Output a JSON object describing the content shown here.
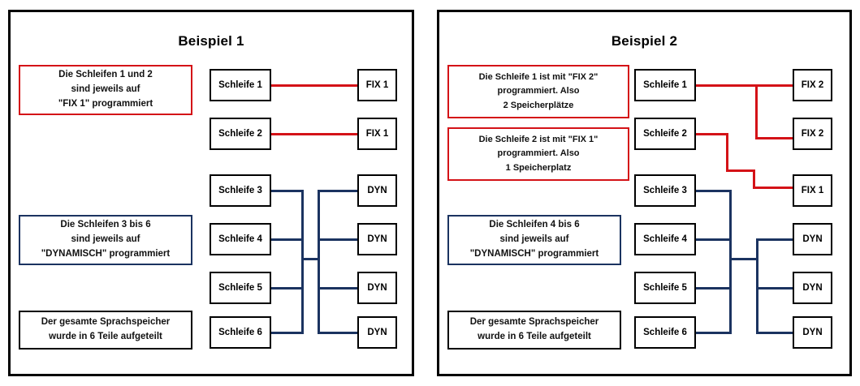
{
  "panels": [
    {
      "id": "beispiel-1",
      "title": "Beispiel 1",
      "notes": [
        {
          "style": "red",
          "lines": [
            "Die Schleifen 1 und 2",
            "sind jeweils auf",
            "\"FIX 1\" programmiert"
          ]
        },
        {
          "style": "navy",
          "lines": [
            "Die Schleifen 3 bis 6",
            "sind jeweils auf",
            "\"DYNAMISCH\" programmiert"
          ]
        },
        {
          "style": "black",
          "lines": [
            "Der gesamte Sprachspeicher",
            "wurde in 6 Teile aufgeteilt"
          ]
        }
      ],
      "left_nodes": [
        "Schleife 1",
        "Schleife 2",
        "Schleife 3",
        "Schleife 4",
        "Schleife 5",
        "Schleife 6"
      ],
      "right_nodes": [
        "FIX 1",
        "FIX 1",
        "DYN",
        "DYN",
        "DYN",
        "DYN"
      ],
      "connections": [
        {
          "from": "Schleife 1",
          "to": "FIX 1",
          "color": "#d41217",
          "kind": "direct"
        },
        {
          "from": "Schleife 2",
          "to": "FIX 1",
          "color": "#d41217",
          "kind": "direct"
        },
        {
          "from": "Schleife 3-6",
          "to": "DYN x4",
          "color": "#1b3360",
          "kind": "bus"
        }
      ]
    },
    {
      "id": "beispiel-2",
      "title": "Beispiel 2",
      "notes": [
        {
          "style": "red",
          "lines": [
            "Die Schleife 1 ist mit \"FIX 2\"",
            "programmiert. Also",
            "2 Speicherplätze"
          ]
        },
        {
          "style": "red",
          "lines": [
            "Die Schleife 2 ist mit \"FIX 1\"",
            "programmiert. Also",
            "1 Speicherplatz"
          ]
        },
        {
          "style": "navy",
          "lines": [
            "Die Schleifen 4 bis 6",
            "sind jeweils auf",
            "\"DYNAMISCH\" programmiert"
          ]
        },
        {
          "style": "black",
          "lines": [
            "Der gesamte Sprachspeicher",
            "wurde in 6 Teile aufgeteilt"
          ]
        }
      ],
      "left_nodes": [
        "Schleife 1",
        "Schleife 2",
        "Schleife 3",
        "Schleife 4",
        "Schleife 5",
        "Schleife 6"
      ],
      "right_nodes": [
        "FIX 2",
        "FIX 2",
        "FIX 1",
        "DYN",
        "DYN",
        "DYN"
      ],
      "connections": [
        {
          "from": "Schleife 1",
          "to": "FIX 2 (1)",
          "color": "#d41217",
          "kind": "direct"
        },
        {
          "from": "Schleife 1",
          "to": "FIX 2 (2)",
          "color": "#d41217",
          "kind": "branch"
        },
        {
          "from": "Schleife 2",
          "to": "FIX 1",
          "color": "#d41217",
          "kind": "staircase"
        },
        {
          "from": "Schleife 3-6",
          "to": "DYN x3",
          "color": "#1b3360",
          "kind": "bus"
        }
      ]
    }
  ],
  "colors": {
    "fix_wire": "#d41217",
    "dyn_wire": "#1b3360",
    "frame": "#000000",
    "note_red": "#d41217",
    "note_navy": "#1b3360",
    "note_black": "#000000"
  }
}
